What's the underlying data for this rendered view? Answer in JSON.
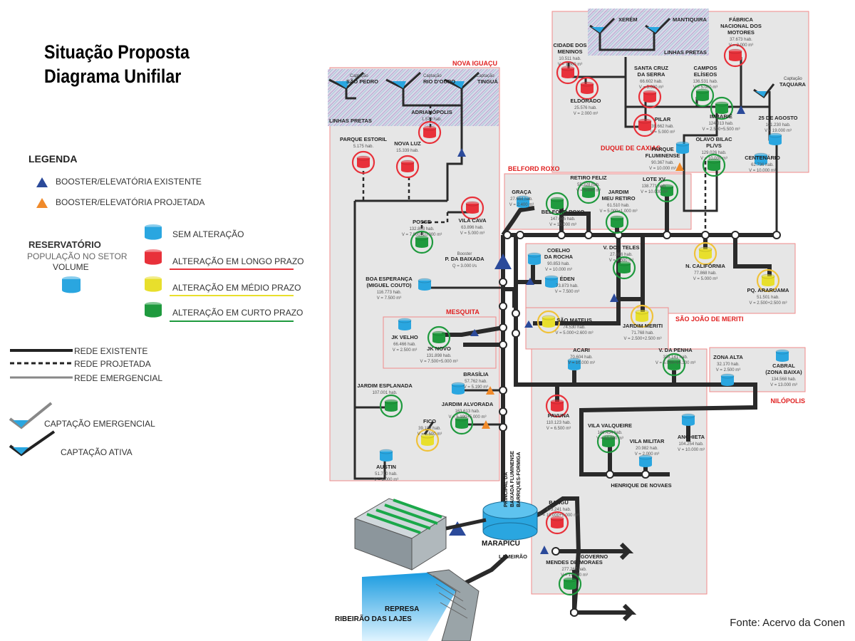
{
  "title": {
    "line1": "Situação Proposta",
    "line2": "Diagrama Unifilar"
  },
  "legend": {
    "title": "LEGENDA",
    "booster_existing": "BOOSTER/ELEVATÓRIA EXISTENTE",
    "booster_planned": "BOOSTER/ELEVATÓRIA PROJETADA",
    "reservoir_title": "RESERVATÓRIO",
    "reservoir_pop": "POPULAÇÃO NO SETOR",
    "reservoir_vol": "VOLUME",
    "no_change": "SEM ALTERAÇÃO",
    "long_term": "ALTERAÇÃO EM LONGO PRAZO",
    "mid_term": "ALTERAÇÃO EM MÉDIO PRAZO",
    "short_term": "ALTERAÇÃO EM CURTO PRAZO",
    "net_existing": "REDE EXISTENTE",
    "net_planned": "REDE PROJETADA",
    "net_emergency": "REDE EMERGENCIAL",
    "intake_emergency": "CAPTAÇÃO EMERGENCIAL",
    "intake_active": "CAPTAÇÃO ATIVA"
  },
  "colors": {
    "blue": "#2aa6e0",
    "red": "#e8313a",
    "yellow": "#e8df2c",
    "green": "#1f9a3e",
    "region_fill": "#e6e6e6",
    "region_border": "#f08a8a",
    "region_label": "#e02020"
  },
  "regions": {
    "nova_iguacu": "NOVA IGUAÇU",
    "duque_caxias": "DUQUE DE CAXIAS",
    "belford_roxo": "BELFORD ROXO",
    "mesquita": "MESQUITA",
    "sao_joao": "SÃO JOÃO DE MERITI",
    "nilopolis": "NILÓPOLIS"
  },
  "intakes": {
    "captacao": "Captação",
    "sao_pedro": "SÃO PEDRO",
    "rio_douro": "RIO D'OURO",
    "tingua": "TINGUÁ",
    "xerem": "XERÉM",
    "mantiquira": "MANTIQUIRA",
    "taquara": "TAQUARA",
    "linhas_pretas": "LINHAS PRETAS"
  },
  "nodes": {
    "adrianopolis": {
      "name": "ADRIANÓPOLIS",
      "pop": "1.570 hab."
    },
    "parque_estoril": {
      "name": "PARQUE ESTORIL",
      "pop": "5.175 hab."
    },
    "nova_luz": {
      "name": "NOVA LUZ",
      "pop": "15.339 hab."
    },
    "vila_cava": {
      "name": "VILA CAVA",
      "pop": "63.896 hab.",
      "vol": "V = 5.000 m³"
    },
    "posse": {
      "name": "POSSE",
      "pop": "132.803 hab.",
      "vol": "V = 7.000+10.000 m³"
    },
    "booster_baixada": {
      "name": "P. DA BAIXADA",
      "label": "Booster",
      "flow": "Q = 3.000 l/s"
    },
    "boa_esperanca": {
      "name": "BOA ESPERANÇA",
      "name2": "(MIGUEL COUTO)",
      "pop": "116.773 hab.",
      "vol": "V = 7.500 m³"
    },
    "jk_velho": {
      "name": "JK VELHO",
      "pop": "66.466 hab.",
      "vol": "V = 2.500 m³"
    },
    "jk_novo": {
      "name": "JK NOVO",
      "pop": "131.898 hab.",
      "vol": "V = 7.500+5.000 m³"
    },
    "brasilia": {
      "name": "BRASÍLIA",
      "pop": "57.762 hab.",
      "vol": "V = 5.190 m³"
    },
    "jardim_esplanada": {
      "name": "JARDIM ESPLANADA",
      "pop": "107.001 hab."
    },
    "jardim_alvorada": {
      "name": "JARDIM ALVORADA",
      "pop": "163.613 hab.",
      "vol": "V = 5.190+5.000 m³"
    },
    "fico": {
      "name": "FICO",
      "pop": "39.180 hab.",
      "vol": "V = 2.500 m³"
    },
    "austin": {
      "name": "AUSTIN",
      "pop": "51.710 hab.",
      "vol": "V = 5.000 m³"
    },
    "cidade_meninos": {
      "name": "CIDADE DOS",
      "name2": "MENINOS",
      "pop": "10.511 hab.",
      "vol": "V = 1.500 m³"
    },
    "eldorado": {
      "name": "ELDORADO",
      "pop": "25.576 hab.",
      "vol": "V = 2.000 m³"
    },
    "santa_cruz": {
      "name": "SANTA CRUZ",
      "name2": "DA SERRA",
      "pop": "66.602 hab.",
      "vol": "V = 5.000 m³"
    },
    "pilar": {
      "name": "PILAR",
      "pop": "39.662 hab.",
      "vol": "V = 5.000 m³"
    },
    "campos_eliseos": {
      "name": "CAMPOS",
      "name2": "ELÍSEOS",
      "pop": "136.531 hab.",
      "vol": "V = 5.000 m³"
    },
    "imbarie": {
      "name": "IMBARIÊ",
      "pop": "124.013 hab.",
      "vol": "V = 2.500+5.500 m³"
    },
    "fabrica": {
      "name": "FÁBRICA",
      "name2": "NACIONAL DOS",
      "name3": "MOTORES",
      "pop": "37.673 hab.",
      "vol": "V = 2.000 m³"
    },
    "agosto25": {
      "name": "25 DE AGOSTO",
      "pop": "161.230 hab.",
      "vol": "V = 19.000 m³"
    },
    "parque_fluminense": {
      "name": "PARQUE",
      "name2": "FLUMINENSE",
      "pop": "90.367 hab.",
      "vol": "V = 10.000 m³"
    },
    "olavo_bilac": {
      "name": "OLAVO BILAC",
      "name2": "PL/VS",
      "pop": "129.026 hab.",
      "vol": "V = 10.000 m³"
    },
    "centenario": {
      "name": "CENTENÁRIO",
      "pop": "62.736 hab.",
      "vol": "V = 10.000 m³"
    },
    "graca": {
      "name": "GRAÇA",
      "pop": "27.664 hab.",
      "vol": "V = 2.400 m³"
    },
    "belford_roxo_n": {
      "name": "BELFORD ROXO",
      "pop": "147.645 hab.",
      "vol": "V = 10.000 m³"
    },
    "retiro_feliz": {
      "name": "RETIRO FELIZ",
      "pop": "55.328 hab.",
      "vol": "V = 5.000 m³"
    },
    "jardim_meu_retiro": {
      "name": "JARDIM",
      "name2": "MEU RETIRO",
      "pop": "61.510 hab.",
      "vol": "V = 5.000+1.000 m³"
    },
    "lote_xv": {
      "name": "LOTE XV",
      "pop": "138.771 hab.",
      "vol": "V = 10.000 m³"
    },
    "coelho_rocha": {
      "name": "COELHO",
      "name2": "DA ROCHA",
      "pop": "90.853 hab.",
      "vol": "V = 10.000 m³"
    },
    "eden": {
      "name": "ÉDEN",
      "pop": "73.873 hab.",
      "vol": "V = 7.500 m³"
    },
    "v_dos_teles": {
      "name": "V. DOS TELES",
      "pop": "27.686 hab.",
      "vol": "V = 2.500 m³"
    },
    "n_california": {
      "name": "N. CALIFÓRNIA",
      "pop": "77.868 hab.",
      "vol": "V = 5.000 m³"
    },
    "pq_araruama": {
      "name": "PQ. ARARUAMA",
      "pop": "51.501 hab.",
      "vol": "V = 2.500+2.500 m³"
    },
    "sao_mateus": {
      "name": "SÃO MATEUS",
      "pop": "74.530 hab.",
      "vol": "V = 5.000+2.600 m³"
    },
    "jardim_meriti": {
      "name": "JARDIM MERITI",
      "pop": "71.768 hab.",
      "vol": "V = 2.500+2.500 m³"
    },
    "acari": {
      "name": "ACARI",
      "pop": "70.604 hab.",
      "vol": "V = 10.000 m³"
    },
    "v_da_penha": {
      "name": "V. DA PENHA",
      "pop": "328.141 hab.",
      "vol": "V = 5.000+14.300 m³"
    },
    "zona_alta": {
      "name": "ZONA ALTA",
      "pop": "32.170 hab.",
      "vol": "V = 2.500 m³"
    },
    "cabral": {
      "name": "CABRAL",
      "name2": "(ZONA BAIXA)",
      "pop": "134.568 hab.",
      "vol": "V = 13.000 m³"
    },
    "pavuna": {
      "name": "PAVUNA",
      "pop": "110.123 hab.",
      "vol": "V = 6.500 m³"
    },
    "vila_valqueire": {
      "name": "VILA VALQUEIRE",
      "pop": "149.454 hab.",
      "vol": "V = 10.000 m³"
    },
    "vila_militar": {
      "name": "VILA MILITAR",
      "pop": "20.982 hab.",
      "vol": "V = 2.000 m³"
    },
    "anchieta": {
      "name": "ANCHIETA",
      "pop": "104.254 hab.",
      "vol": "V = 10.000 m³"
    },
    "henrique_novaes": {
      "name": "HENRIQUE DE NOVAES"
    },
    "bangu": {
      "name": "BANGU",
      "pop": "473.241 hab.",
      "vol": "V = 10.000+5.000 m³"
    },
    "lameirao": {
      "name": "LAMEIRÃO"
    },
    "governo": {
      "name": "GOVERNO"
    },
    "mendes_moraes": {
      "name": "MENDES DE MORAES",
      "pop": "277.267 hab.",
      "vol": "V = 17.000 m³"
    },
    "marapicu": {
      "name": "MARAPICU"
    },
    "principal": {
      "name": "PRINCIPAL DA",
      "name2": "BAIXADA FLUMINENSE",
      "name3": "BARRIQUES-FORMIGA"
    },
    "represa": {
      "name": "REPRESA",
      "name2": "RIBEIRÃO DAS LAJES"
    }
  },
  "source": "Fonte: Acervo da Conen"
}
